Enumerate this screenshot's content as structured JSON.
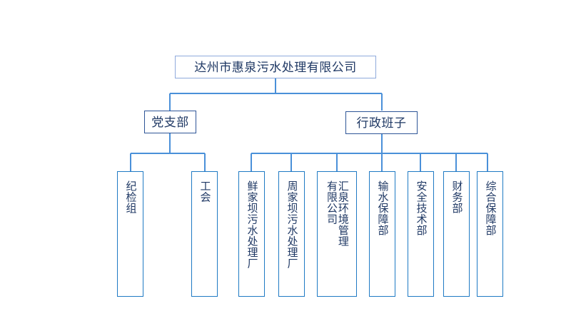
{
  "diagram": {
    "type": "organization-chart",
    "colors": {
      "root_border": "#8FAADC",
      "mid_border": "#2E5597",
      "leaf_border": "#1F7AC4",
      "connector": "#4A90D9",
      "text": "#1F3864",
      "background": "#FFFFFF"
    },
    "root": {
      "label": "达州市惠泉污水处理有限公司"
    },
    "level2": [
      {
        "label": "党支部"
      },
      {
        "label": "行政班子"
      }
    ],
    "leaves": [
      {
        "label": "纪检组",
        "parent": "党支部"
      },
      {
        "label": "工会",
        "parent": "党支部"
      },
      {
        "label": "鲜家坝污水处理厂",
        "parent": "行政班子"
      },
      {
        "label": "周家坝污水处理厂",
        "parent": "行政班子"
      },
      {
        "label": "汇泉环境管理有限公司",
        "column_right": "汇泉环境管理",
        "column_left": "有限公司",
        "parent": "行政班子"
      },
      {
        "label": "输水保障部",
        "parent": "行政班子"
      },
      {
        "label": "安全技术部",
        "parent": "行政班子"
      },
      {
        "label": "财务部",
        "parent": "行政班子"
      },
      {
        "label": "综合保障部",
        "parent": "行政班子"
      }
    ]
  }
}
